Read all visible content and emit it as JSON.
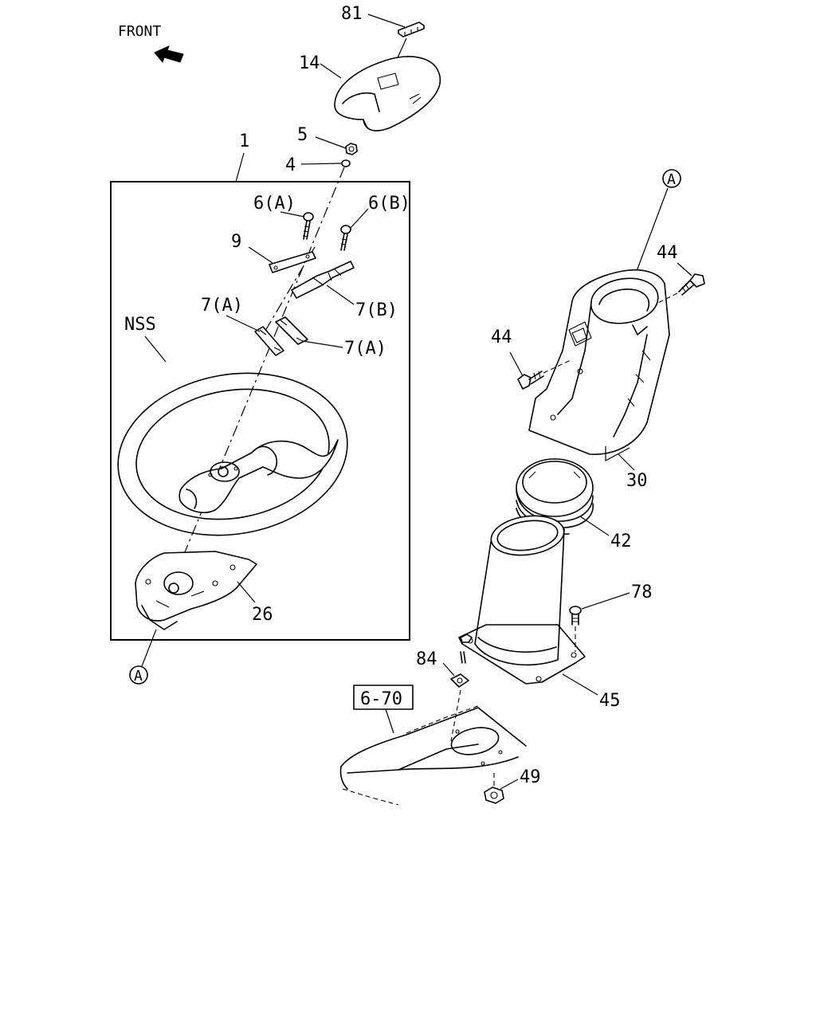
{
  "front_label": "FRONT",
  "callouts": {
    "c81": "81",
    "c14": "14",
    "c1": "1",
    "c5": "5",
    "c4": "4",
    "c6a": "6(A)",
    "c6b": "6(B)",
    "c9": "9",
    "c7b": "7(B)",
    "c7a_left": "7(A)",
    "c7a_right": "7(A)",
    "cnss": "NSS",
    "c26": "26",
    "c44_top": "44",
    "c44_mid": "44",
    "c30": "30",
    "c42": "42",
    "c78": "78",
    "c84": "84",
    "c45": "45",
    "c49": "49"
  },
  "reference_box": "6-70",
  "marker_a_top": "A",
  "marker_a_bottom": "A"
}
